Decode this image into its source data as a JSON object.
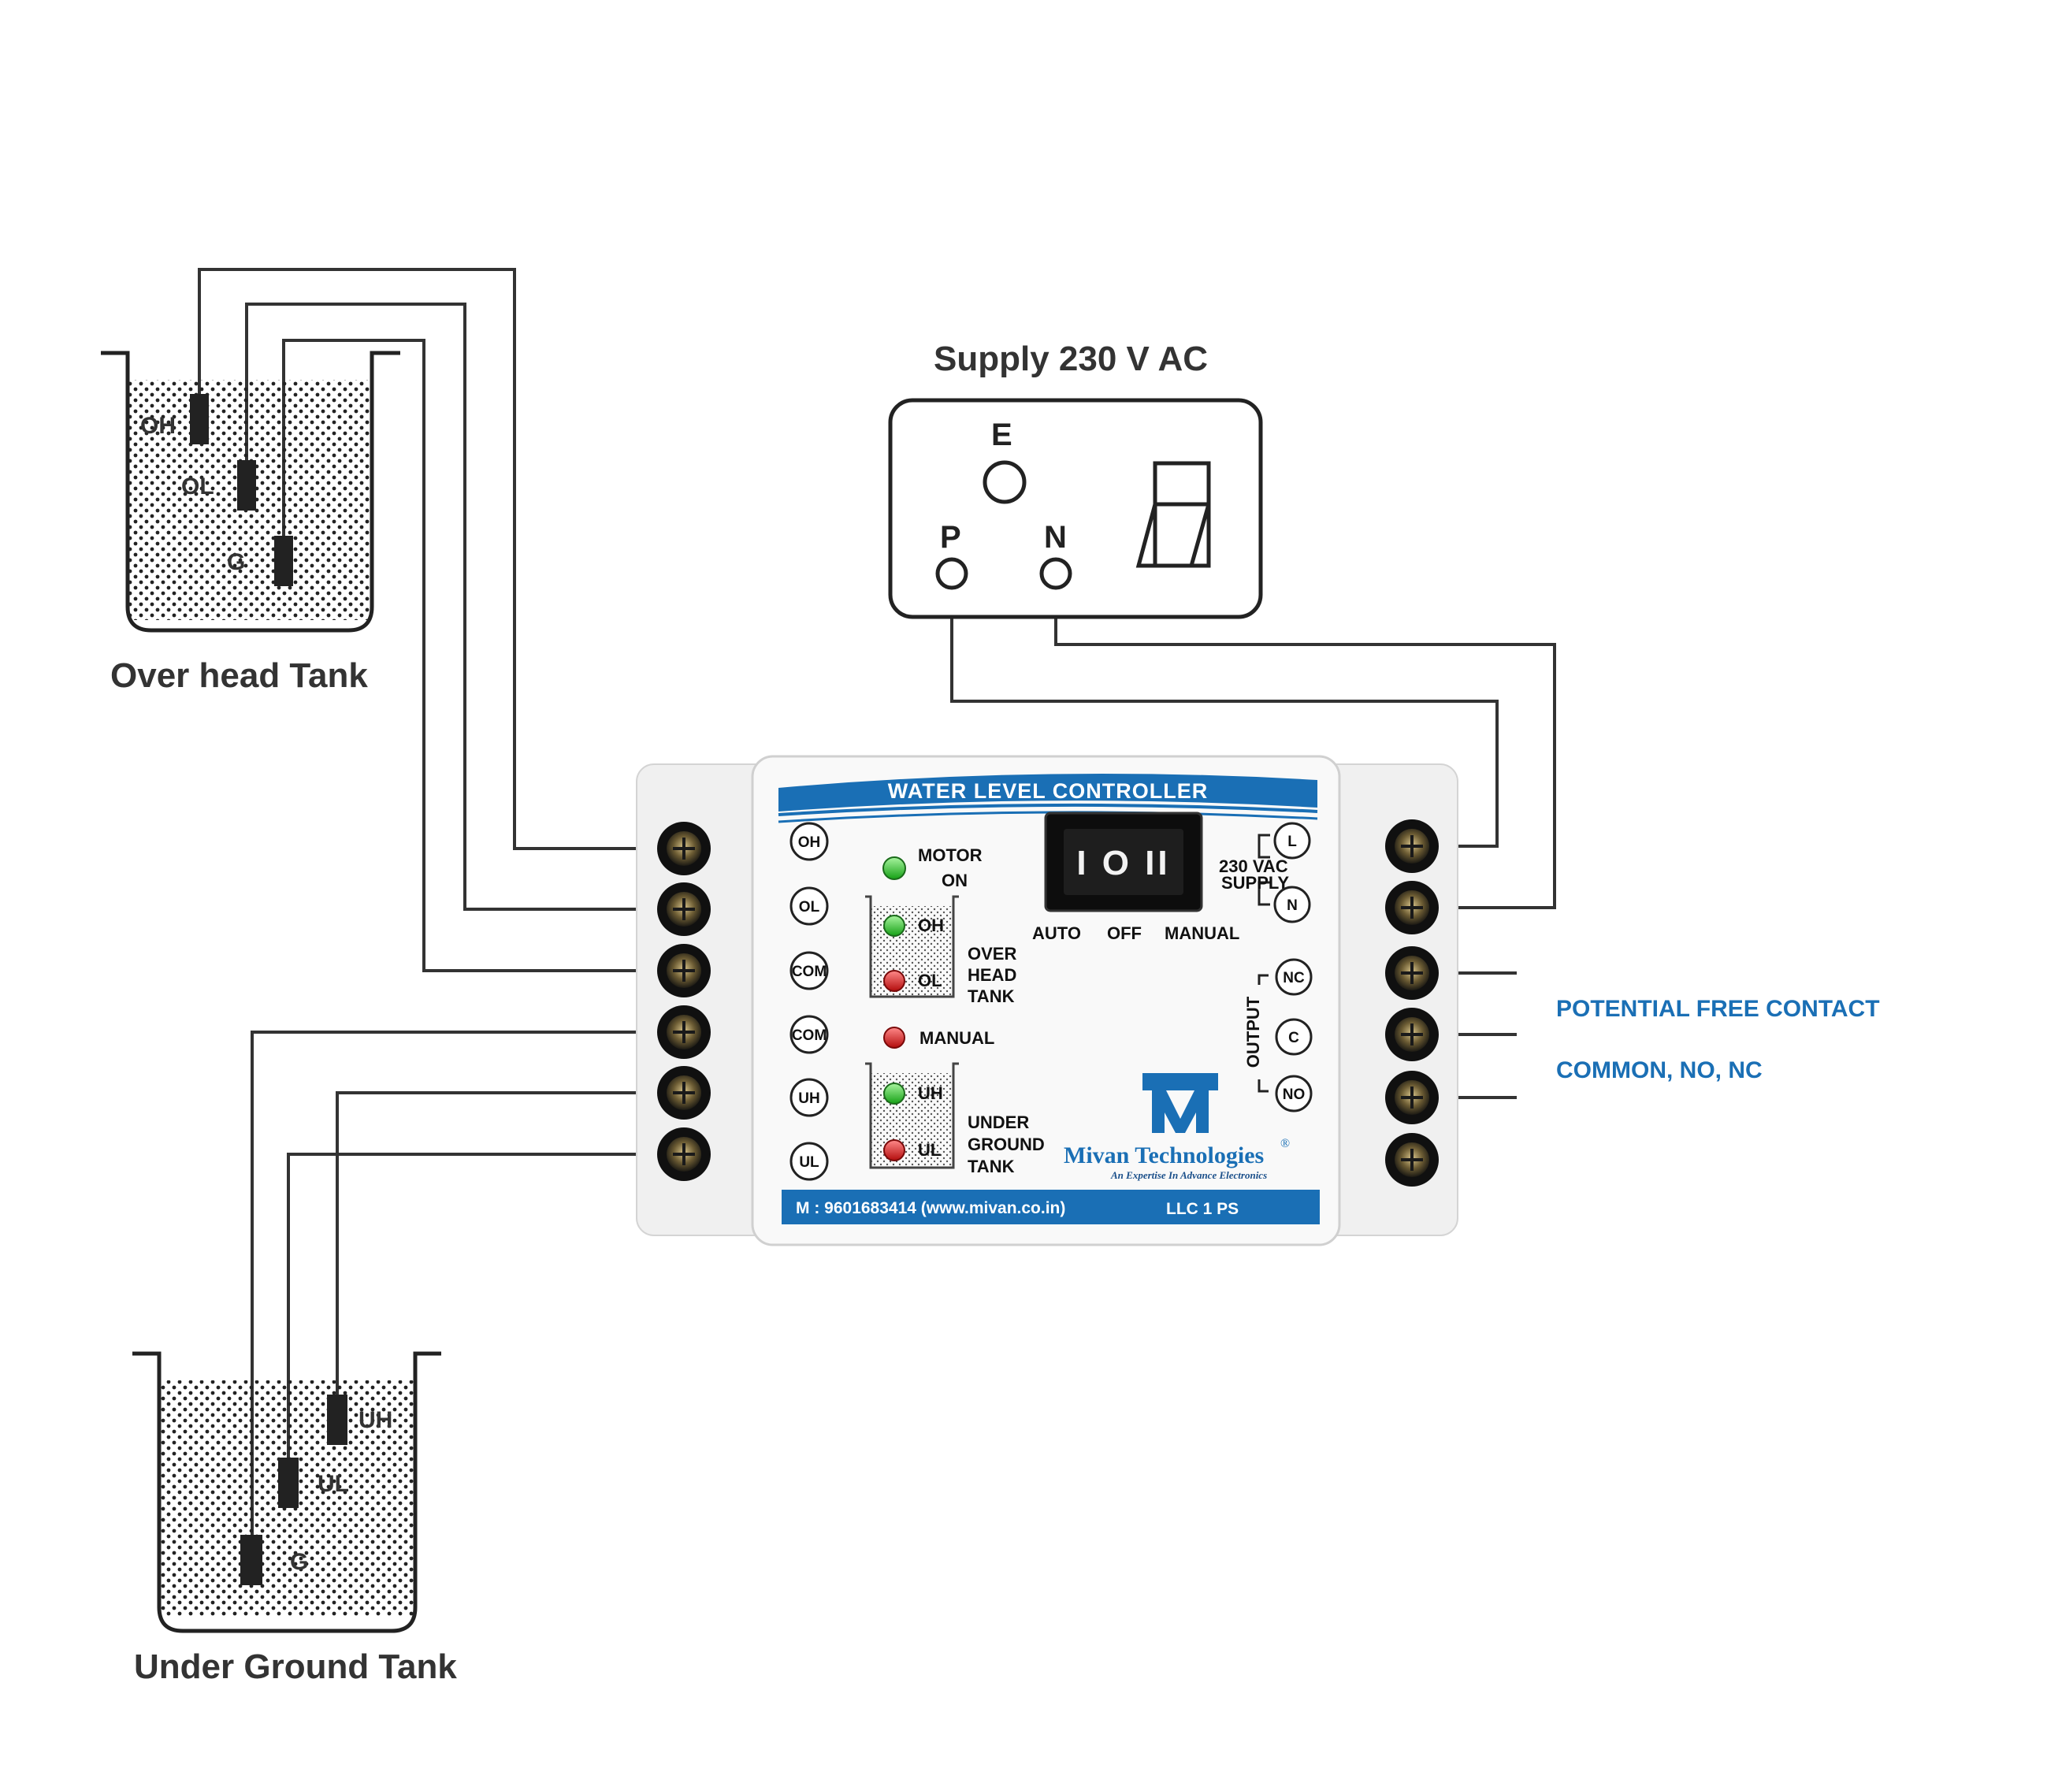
{
  "supply": {
    "title": "Supply 230 V AC",
    "earth": "E",
    "phase": "P",
    "neutral": "N"
  },
  "overhead_tank": {
    "name": "Over head Tank",
    "probes": [
      "OH",
      "OL",
      "G"
    ]
  },
  "underground_tank": {
    "name": "Under Ground Tank",
    "probes": [
      "UH",
      "UL",
      "G"
    ]
  },
  "controller": {
    "banner": "WATER LEVEL CONTROLLER",
    "left_terminals": [
      "OH",
      "OL",
      "COM",
      "COM",
      "UH",
      "UL"
    ],
    "motor_on": [
      "MOTOR",
      "ON"
    ],
    "overhead_tank": [
      "OVER",
      "HEAD",
      "TANK"
    ],
    "overhead_leds": [
      "OH",
      "OL"
    ],
    "manual_led": "MANUAL",
    "underground_tank": [
      "UNDER",
      "GROUND",
      "TANK"
    ],
    "underground_leds": [
      "UH",
      "UL"
    ],
    "switch_symbol": "I O II",
    "switch_positions": [
      "AUTO",
      "OFF",
      "MANUAL"
    ],
    "supply_label": [
      "230 VAC",
      "SUPPLY"
    ],
    "supply_terminals": [
      "L",
      "N"
    ],
    "output_label": "OUTPUT",
    "output_terminals": [
      "NC",
      "C",
      "NO"
    ],
    "brand": "Mivan Technologies",
    "brand_mark": "®",
    "tagline": "An Expertise In Advance Electronics",
    "contact": "M : 9601683414 (www.mivan.co.in)",
    "model": "LLC 1 PS"
  },
  "potential_free_contact": {
    "line1": "POTENTIAL FREE CONTACT",
    "line2": "COMMON, NO, NC"
  },
  "colors": {
    "brand_blue": "#1a6fb5",
    "led_green": "#2ecc40",
    "led_red": "#d62020",
    "wire": "#333333"
  }
}
